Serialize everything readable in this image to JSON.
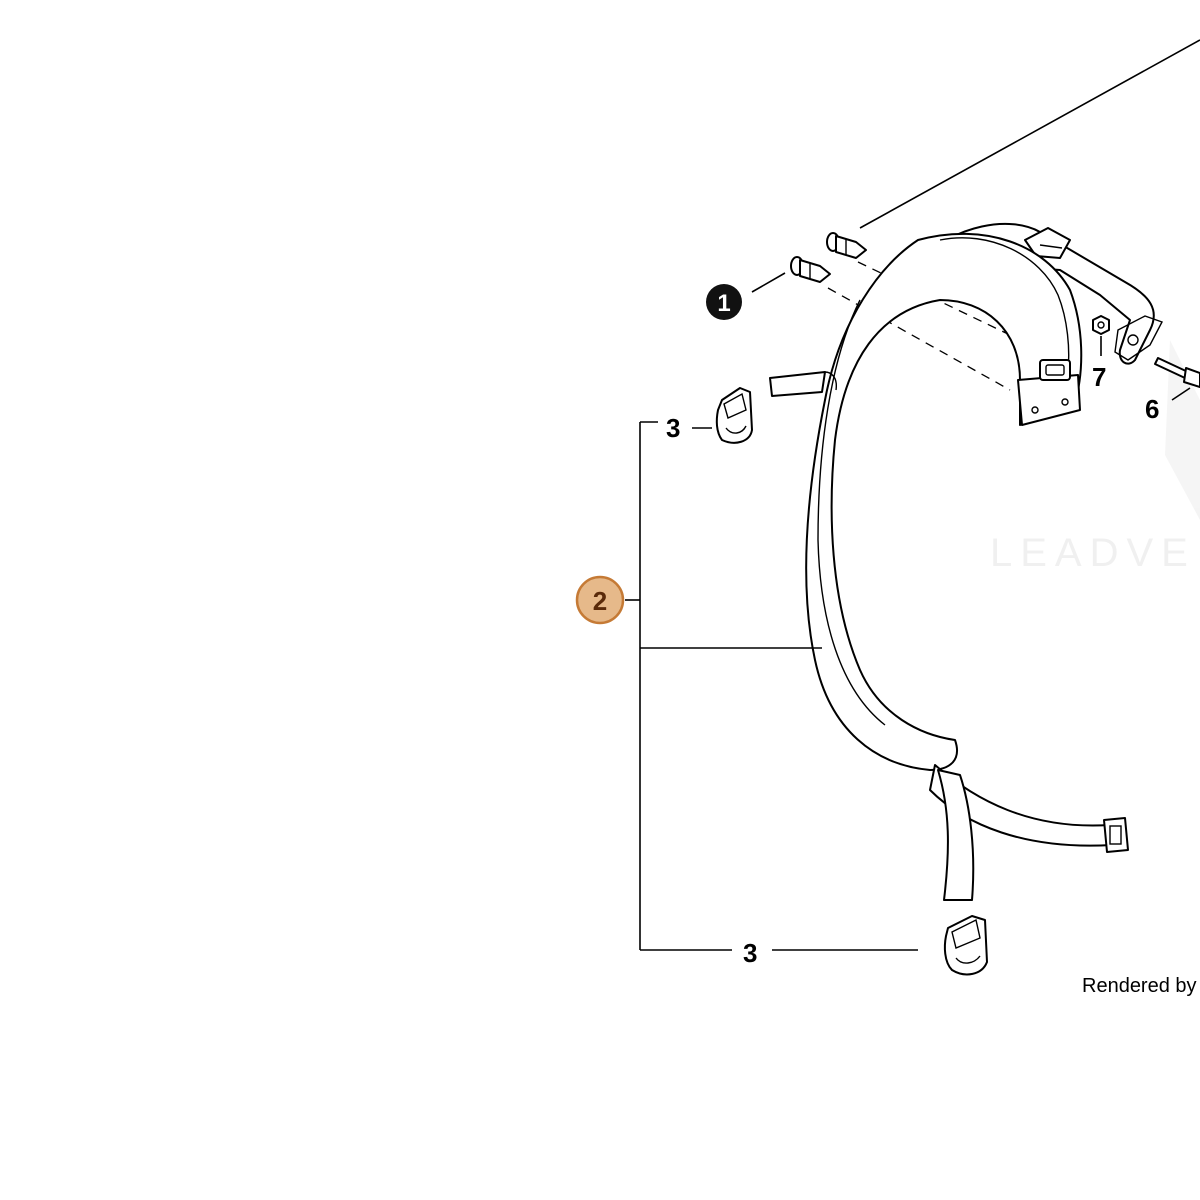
{
  "callouts": {
    "item_1": "1",
    "item_2": "2",
    "item_3_top": "3",
    "item_3_bottom": "3",
    "item_6": "6",
    "item_7": "7"
  },
  "credit": "Rendered by L",
  "watermark": "LEADVE",
  "colors": {
    "highlight_fill": "#e6b98a",
    "highlight_stroke": "#c57a35",
    "highlight_text": "#5a2a0a",
    "callout_dark": "#111111"
  }
}
